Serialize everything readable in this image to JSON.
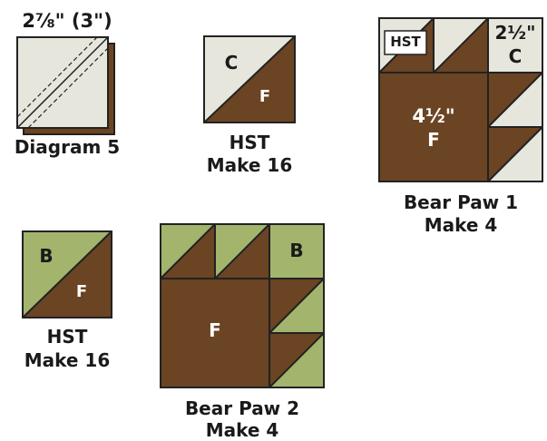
{
  "diagram5": {
    "measure": "2⅞\" (3\")",
    "caption": "Diagram 5"
  },
  "hst_c": {
    "label_light": "C",
    "label_dark": "F",
    "caption_line1": "HST",
    "caption_line2": "Make 16"
  },
  "hst_b": {
    "label_light": "B",
    "label_dark": "F",
    "caption_line1": "HST",
    "caption_line2": "Make 16"
  },
  "bear_paw_1": {
    "hst_tag": "HST",
    "corner_measure": "2½\"",
    "corner_fabric": "C",
    "center_measure": "4½\"",
    "center_fabric": "F",
    "caption_line1": "Bear Paw 1",
    "caption_line2": "Make 4"
  },
  "bear_paw_2": {
    "corner_fabric": "B",
    "center_fabric": "F",
    "caption_line1": "Bear Paw 2",
    "caption_line2": "Make 4"
  },
  "colors": {
    "brown": "#6b4423",
    "cream": "#e6e6dc",
    "green": "#a3b46d",
    "outline": "#222222"
  }
}
